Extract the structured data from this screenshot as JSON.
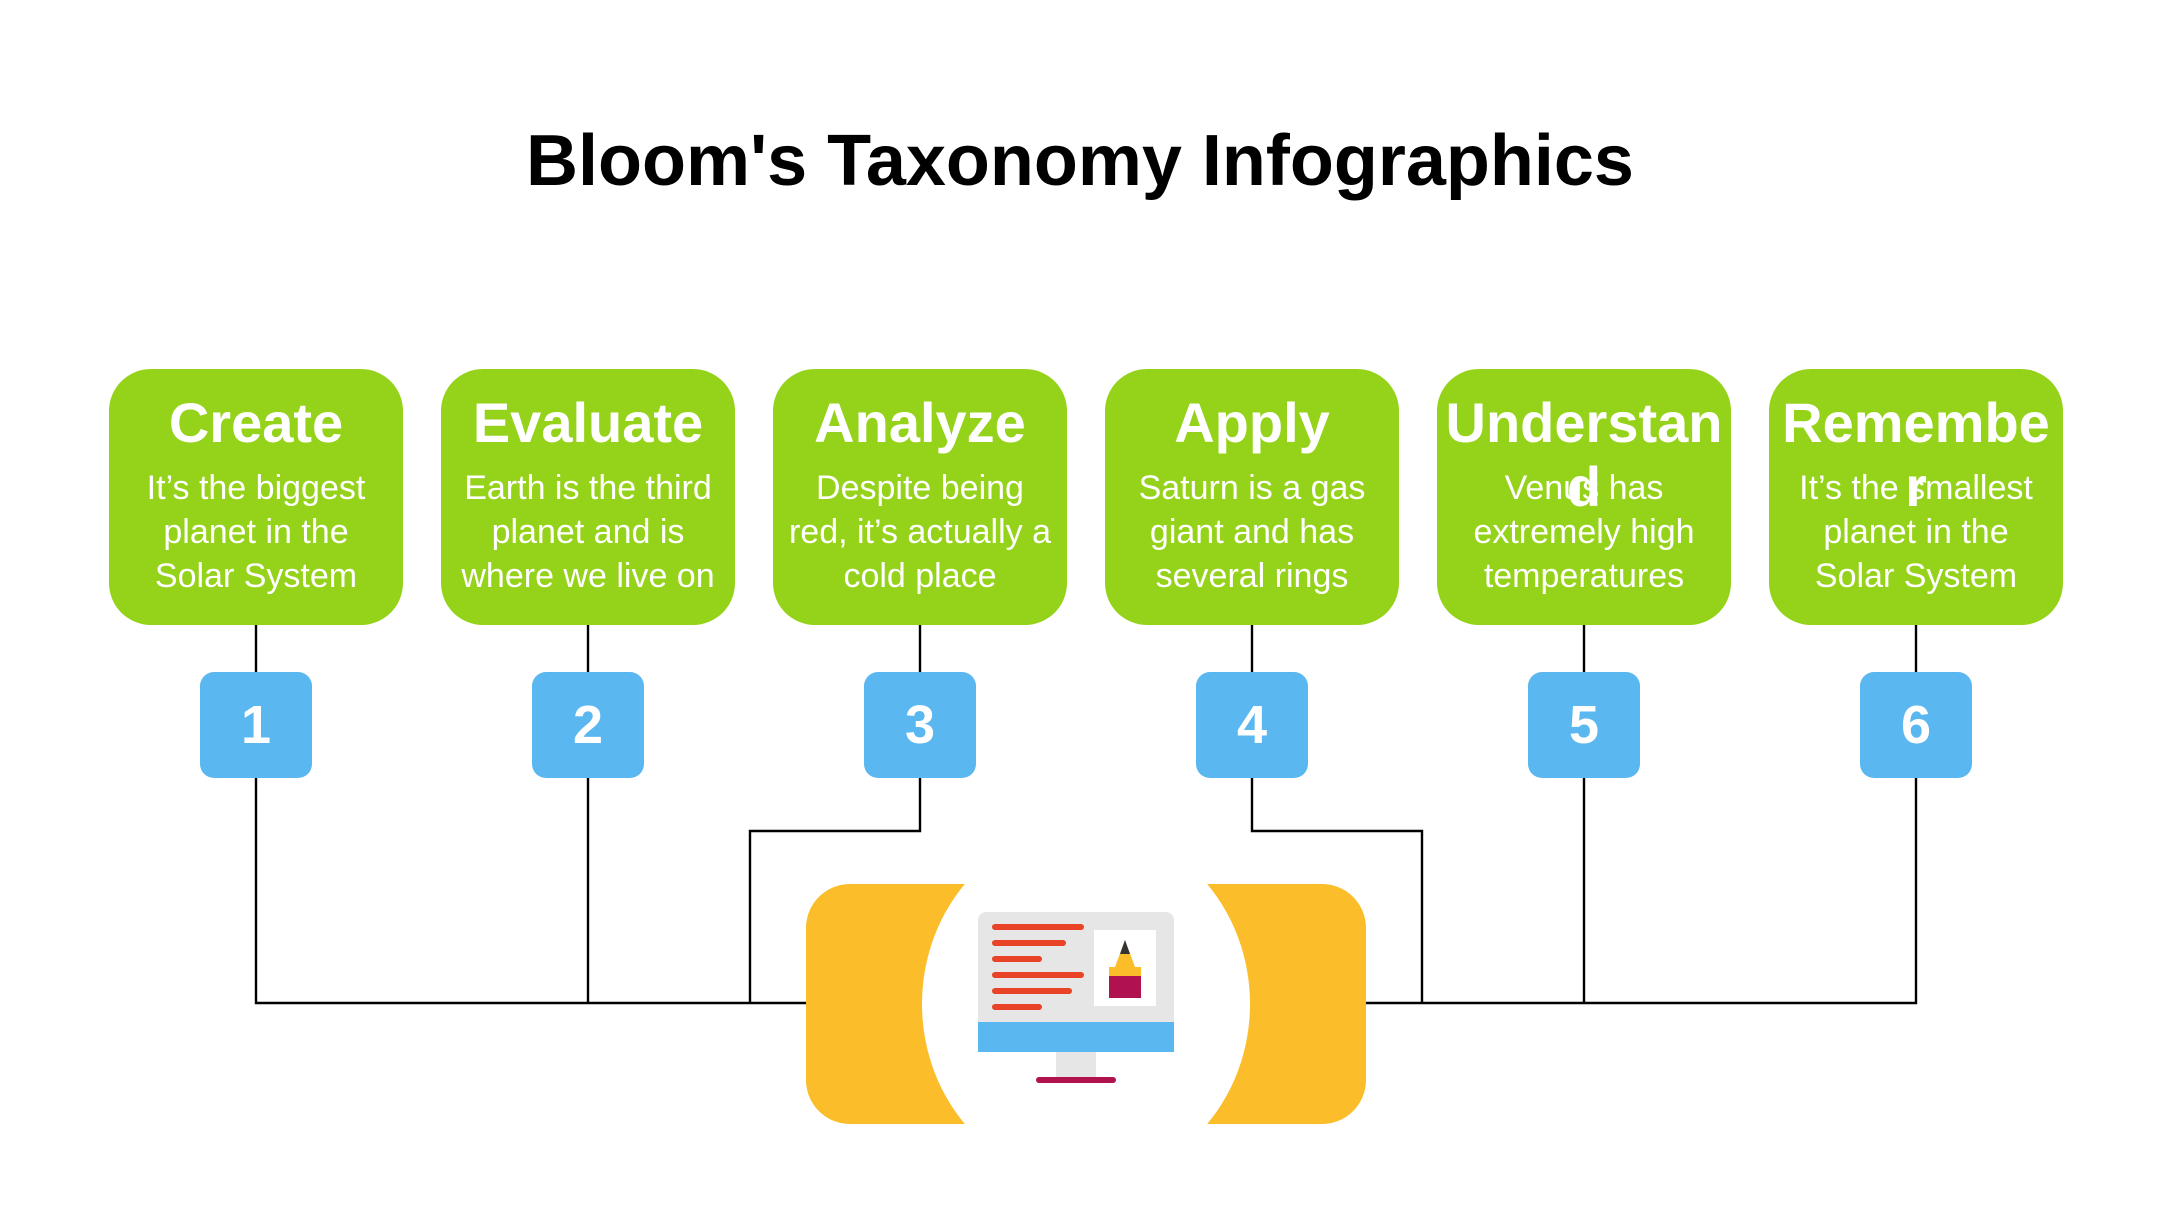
{
  "title": "Bloom's Taxonomy Infographics",
  "colors": {
    "card_green": "#95d21a",
    "number_blue": "#5ab7f0",
    "hub_yellow": "#fbbd29",
    "connector": "#000000",
    "monitor_red": "#e84327",
    "monitor_stand": "#b0114f"
  },
  "steps": [
    {
      "number": "1",
      "title": "Create",
      "description": "It’s the biggest planet in the Solar System"
    },
    {
      "number": "2",
      "title": "Evaluate",
      "description": "Earth is the third planet and is where we live on"
    },
    {
      "number": "3",
      "title": "Analyze",
      "description": "Despite being red, it’s actually a cold place"
    },
    {
      "number": "4",
      "title": "Apply",
      "description": "Saturn is a gas giant and has several rings"
    },
    {
      "number": "5",
      "title": "Understand",
      "description": "Venus has extremely high temperatures"
    },
    {
      "number": "6",
      "title": "Remember",
      "description": "It’s the smallest planet in the Solar System"
    }
  ],
  "center_icon": "computer-monitor-pencil-icon"
}
